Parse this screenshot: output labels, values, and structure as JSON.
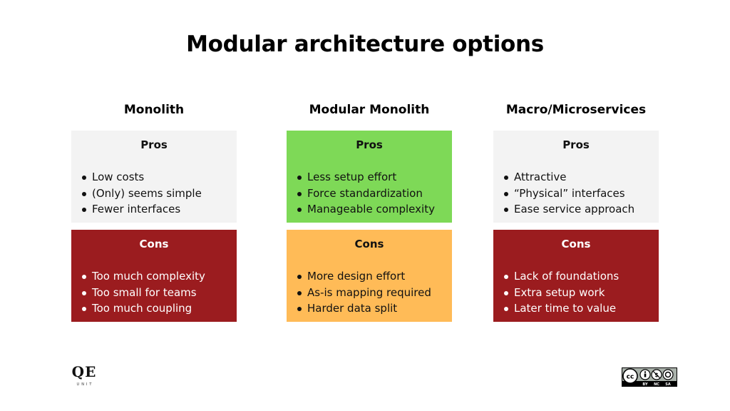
{
  "title": "Modular architecture options",
  "columns": [
    {
      "heading": "Monolith",
      "pros": {
        "label": "Pros",
        "items": [
          "Low costs",
          "(Only) seems simple",
          "Fewer interfaces"
        ],
        "bg": "#f3f3f3",
        "fg": "#111111"
      },
      "cons": {
        "label": "Cons",
        "items": [
          "Too much complexity",
          "Too small for teams",
          "Too much coupling"
        ],
        "bg": "#9b1c1f",
        "fg": "#ffffff"
      }
    },
    {
      "heading": "Modular Monolith",
      "pros": {
        "label": "Pros",
        "items": [
          "Less setup effort",
          "Force standardization",
          "Manageable complexity"
        ],
        "bg": "#7ed957",
        "fg": "#111111"
      },
      "cons": {
        "label": "Cons",
        "items": [
          "More design effort",
          "As-is mapping required",
          "Harder data split"
        ],
        "bg": "#ffbb57",
        "fg": "#111111"
      }
    },
    {
      "heading": "Macro/Microservices",
      "pros": {
        "label": "Pros",
        "items": [
          "Attractive",
          "“Physical” interfaces",
          "Ease service approach"
        ],
        "bg": "#f3f3f3",
        "fg": "#111111"
      },
      "cons": {
        "label": "Cons",
        "items": [
          "Lack of foundations",
          "Extra setup work",
          "Later time to value"
        ],
        "bg": "#9b1c1f",
        "fg": "#ffffff"
      }
    }
  ],
  "logo": {
    "main": "QE",
    "sub": "UNIT"
  },
  "license": {
    "icon": "cc-by-nc-sa-icon",
    "labels": [
      "BY",
      "NC",
      "SA"
    ]
  }
}
